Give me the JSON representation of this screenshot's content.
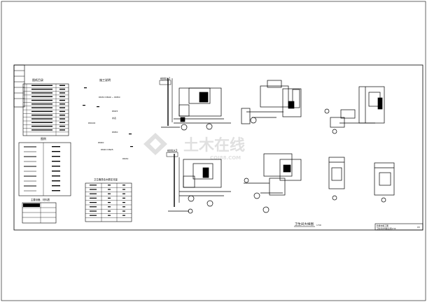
{
  "sheet": {
    "legend_title": "图纸目录",
    "symbols_title": "图例",
    "notes_title": "施工说明",
    "table_title": "卫生器具给水额定流量",
    "vert_title": "主要设备、材料表",
    "plan_labels": [
      "给排水1",
      "给排水2"
    ],
    "detail_title": "卫生间大样图",
    "detail_scale": "1:50",
    "title_block": [
      "给排水施工图",
      "卫生间大样图 比例1:50"
    ],
    "sheet_no": "03",
    "notes": [
      "DN32  DN40 ~ DN50",
      "DN25",
      "水表",
      "DN100",
      "DN50",
      "DN40",
      "DN20 DN25",
      "DN32"
    ],
    "watermark_text": "土木在线",
    "watermark_sub": "COI88.COM"
  },
  "colors": {
    "line": "#000000",
    "watermark": "#d8d8d8"
  }
}
